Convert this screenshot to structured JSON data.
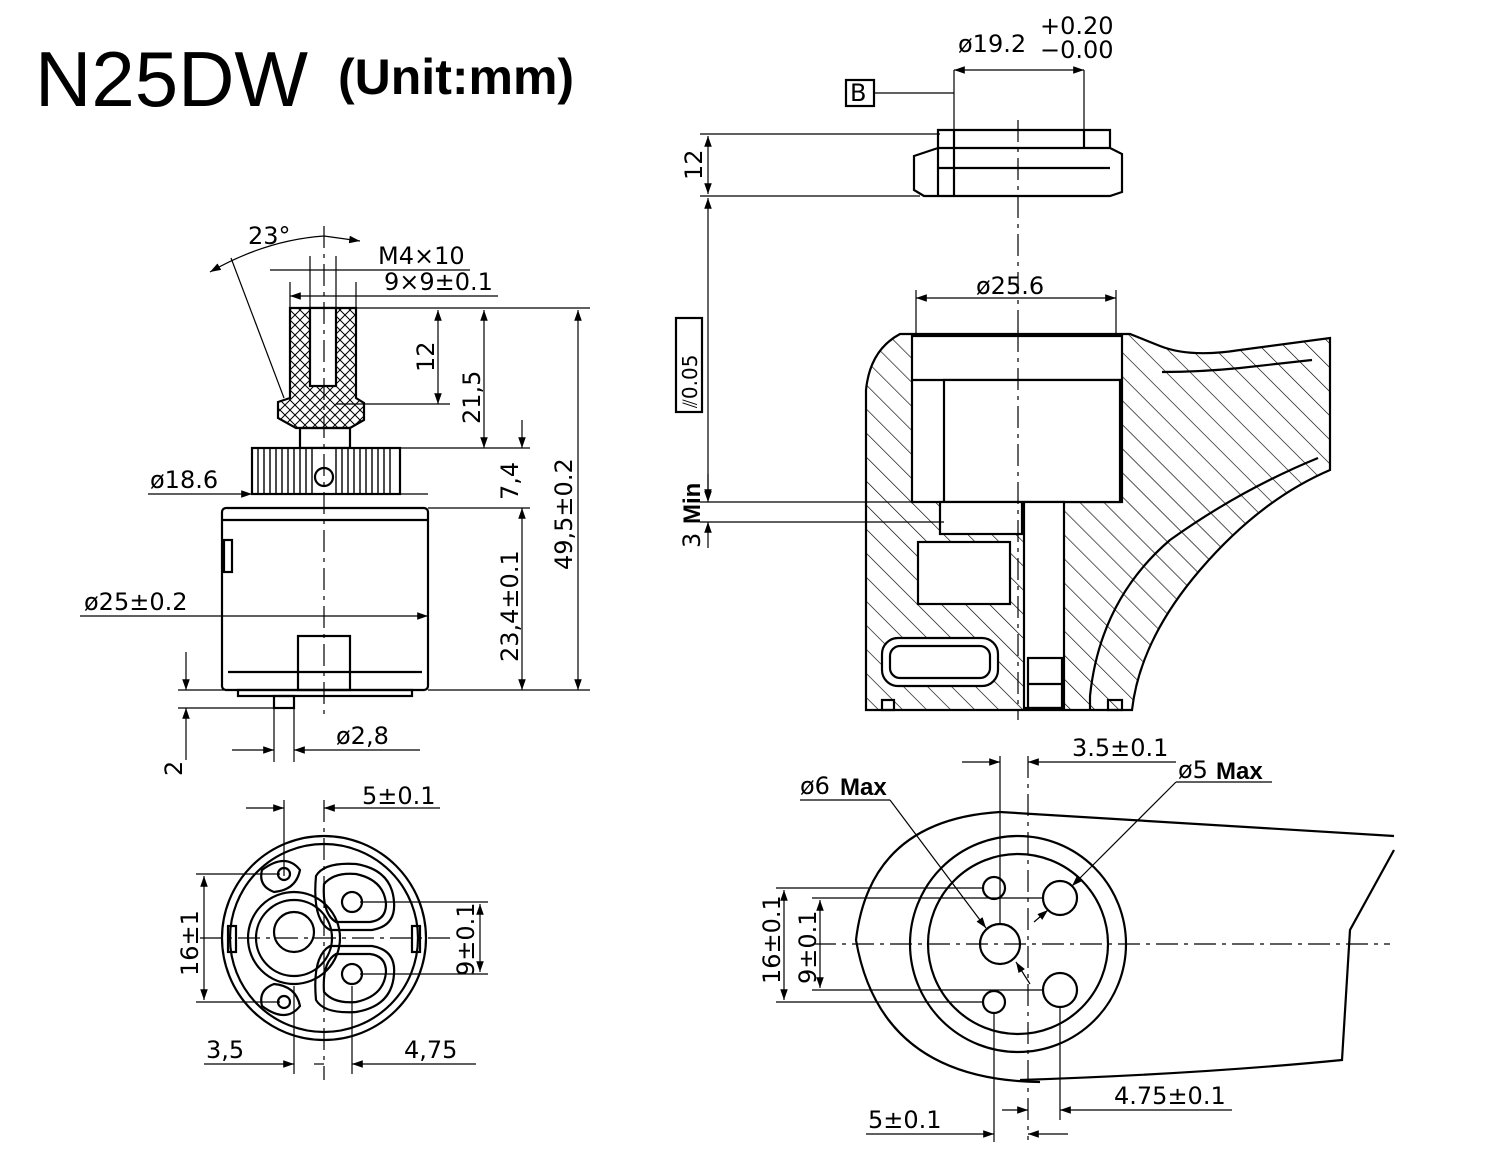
{
  "title": {
    "model": "N25DW",
    "unit": "(Unit:mm)"
  },
  "side_view": {
    "angle": "23°",
    "thread": "M4×10",
    "spline": "9×9±0.1",
    "stem_depth": "12",
    "stem_height": "21,5",
    "overall_height": "49,5±0.2",
    "knurl_height": "7,4",
    "body_height": "23,4±0.1",
    "knurl_dia": "ø18.6",
    "body_dia": "ø25±0.2",
    "pin_dia": "ø2,8",
    "pin_height": "2"
  },
  "bottom_view": {
    "offset_top": "5±0.1",
    "height_16": "16±1",
    "height_9": "9±0.1",
    "offset_left": "3,5",
    "offset_right": "4,75"
  },
  "nut_view": {
    "datum": "B",
    "dia": "ø19.2",
    "tol_plus": "+0.20",
    "tol_minus": "−0.00",
    "height": "12"
  },
  "housing_view": {
    "bore_dia": "ø25.6",
    "parallelism": "⫽0.05",
    "min_depth": "3",
    "min_label": "Min"
  },
  "port_view": {
    "offset_top": "3.5±0.1",
    "hole_6": "ø6",
    "hole_5": "ø5",
    "max_label": "Max",
    "height_16": "16±0.1",
    "height_9": "9±0.1",
    "offset_bottom": "5±0.1",
    "offset_right": "4.75±0.1"
  }
}
